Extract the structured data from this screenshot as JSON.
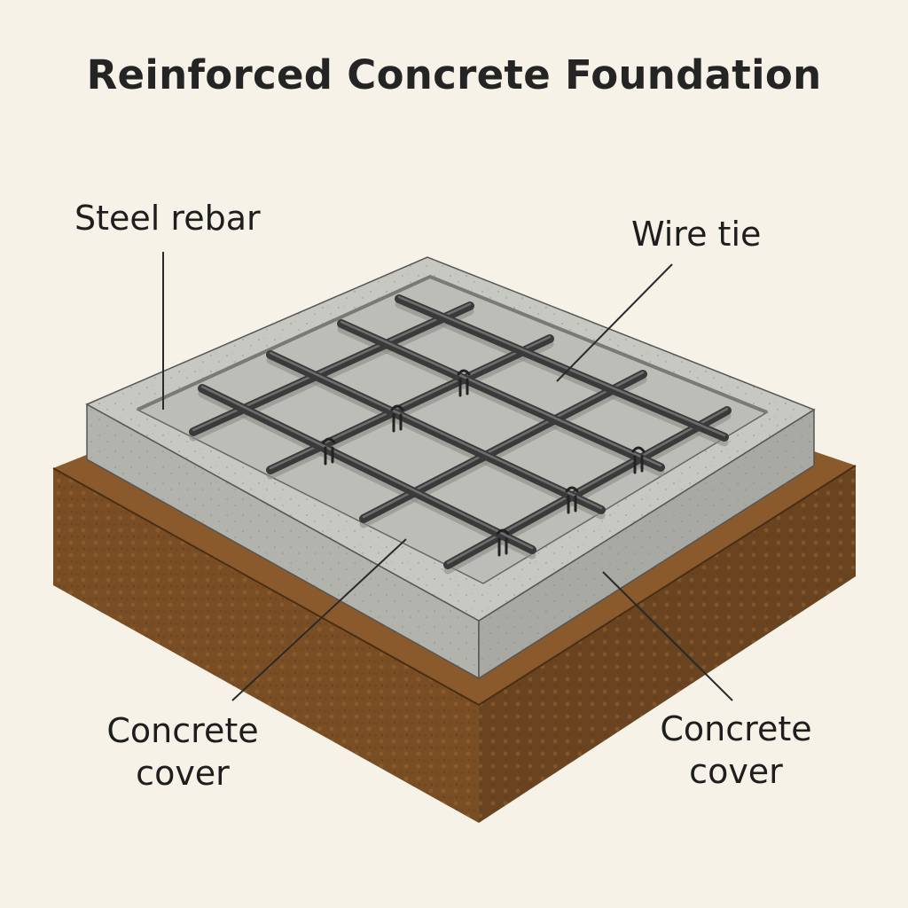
{
  "title": "Reinforced Concrete Foundation",
  "labels": {
    "steel_rebar": "Steel rebar",
    "wire_tie": "Wire tie",
    "concrete_cover_left": "Concrete\ncover",
    "concrete_cover_right": "Concrete\ncover"
  },
  "colors": {
    "background": "#f6f2e8",
    "soil_top": "#8a5a2c",
    "soil_side_left": "#7a4e25",
    "soil_side_right": "#6a4320",
    "concrete_top": "#c8c8c3",
    "concrete_side": "#b3b3ad",
    "concrete_inner": "#bdbdb8",
    "rebar": "#3a3a3a",
    "leader_line": "#2a2a2a"
  }
}
